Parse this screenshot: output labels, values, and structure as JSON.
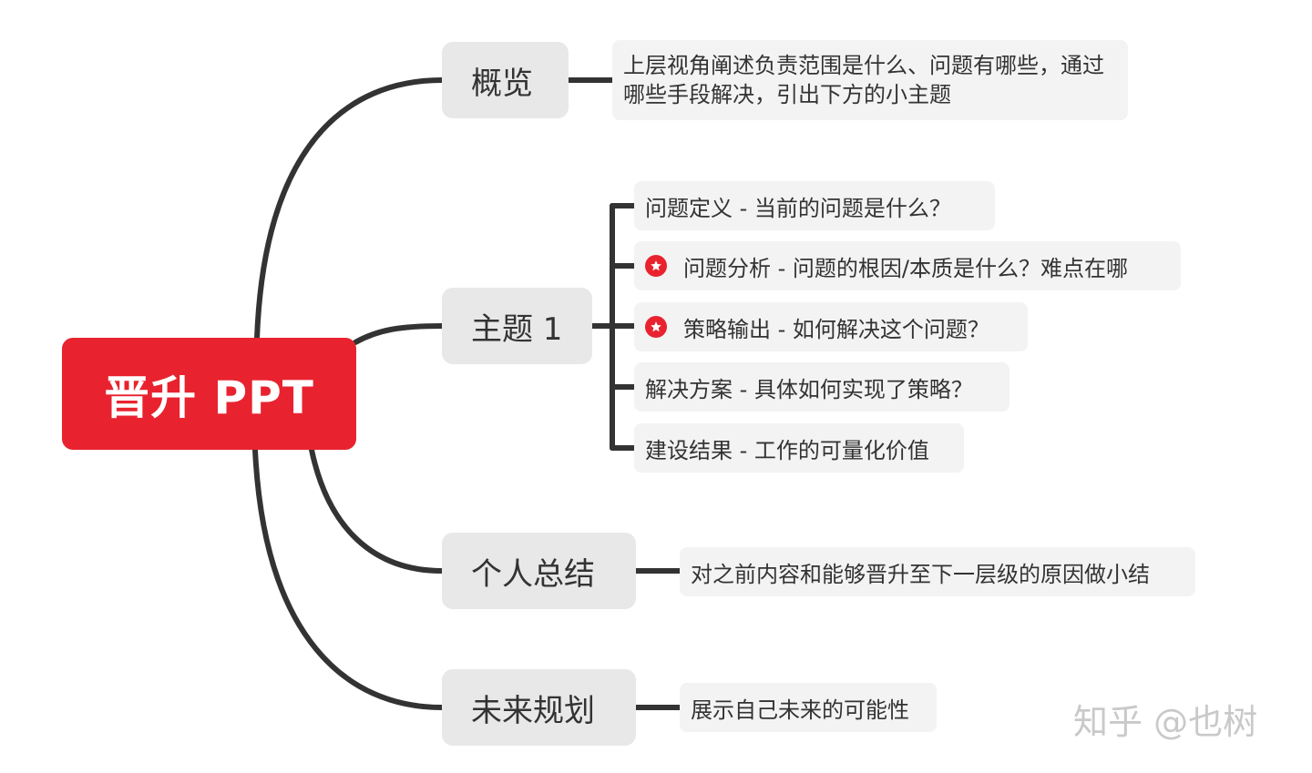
{
  "root": {
    "label": "晋升 PPT",
    "color": "#e8232f"
  },
  "branches": [
    {
      "label": "概览"
    },
    {
      "label": "主题 1"
    },
    {
      "label": "个人总结"
    },
    {
      "label": "未来规划"
    }
  ],
  "leaves": {
    "overview": "上层视角阐述负责范围是什么、问题有哪些，通过哪些手段解决，引出下方的小主题",
    "topic1": [
      {
        "label": "问题定义 -  当前的问题是什么？",
        "starred": false
      },
      {
        "label": "问题分析 - 问题的根因/本质是什么？难点在哪",
        "starred": true
      },
      {
        "label": "策略输出 - 如何解决这个问题？",
        "starred": true
      },
      {
        "label": "解决方案 - 具体如何实现了策略？",
        "starred": false
      },
      {
        "label": "建设结果 - 工作的可量化价值",
        "starred": false
      }
    ],
    "summary": "对之前内容和能够晋升至下一层级的原因做小结",
    "plan": "展示自己未来的可能性"
  },
  "star_icon": "star-icon",
  "watermark": "知乎 @也树",
  "colors": {
    "link": "#333333",
    "branch_bg": "#e8e8e8",
    "leaf_bg": "#f3f3f3"
  }
}
